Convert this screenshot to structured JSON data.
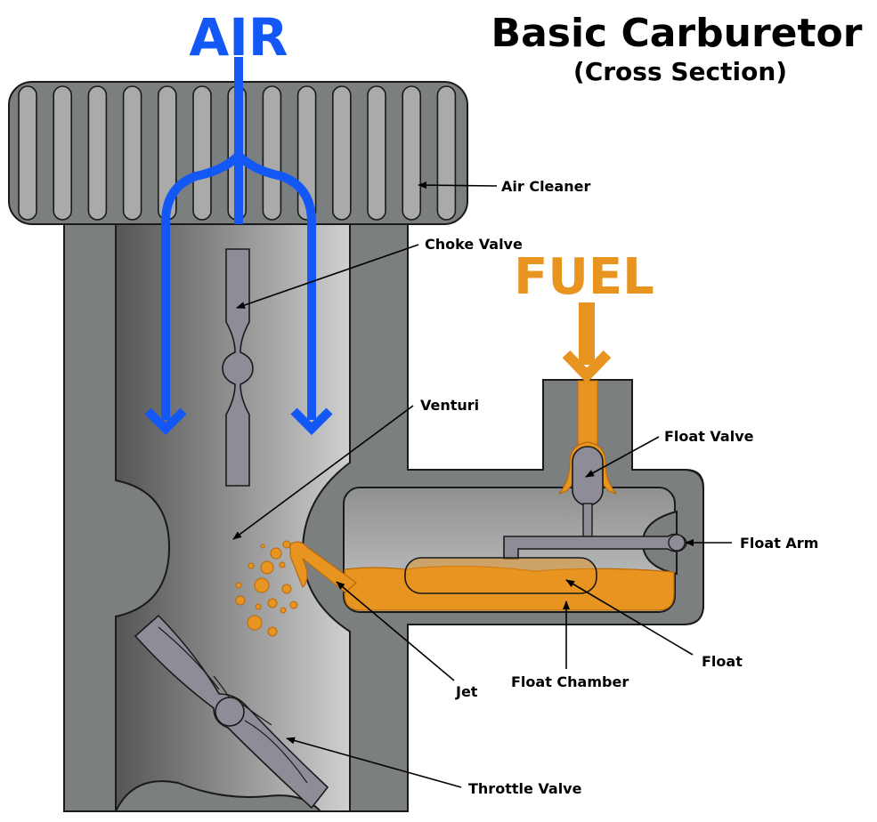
{
  "title": "Basic Carburetor",
  "subtitle": "(Cross Section)",
  "flow_labels": {
    "air": "AIR",
    "fuel": "FUEL"
  },
  "parts": {
    "air_cleaner": "Air Cleaner",
    "choke_valve": "Choke Valve",
    "venturi": "Venturi",
    "float_valve": "Float Valve",
    "float_arm": "Float Arm",
    "float": "Float",
    "float_chamber": "Float Chamber",
    "jet": "Jet",
    "throttle_valve": "Throttle Valve"
  },
  "colors": {
    "air": "#1358f5",
    "fuel": "#e89420",
    "housing": "#7b7f80",
    "filter_slot": "#a9aaa9",
    "valve": "#8e8c97",
    "outline": "#1a1a1a"
  }
}
